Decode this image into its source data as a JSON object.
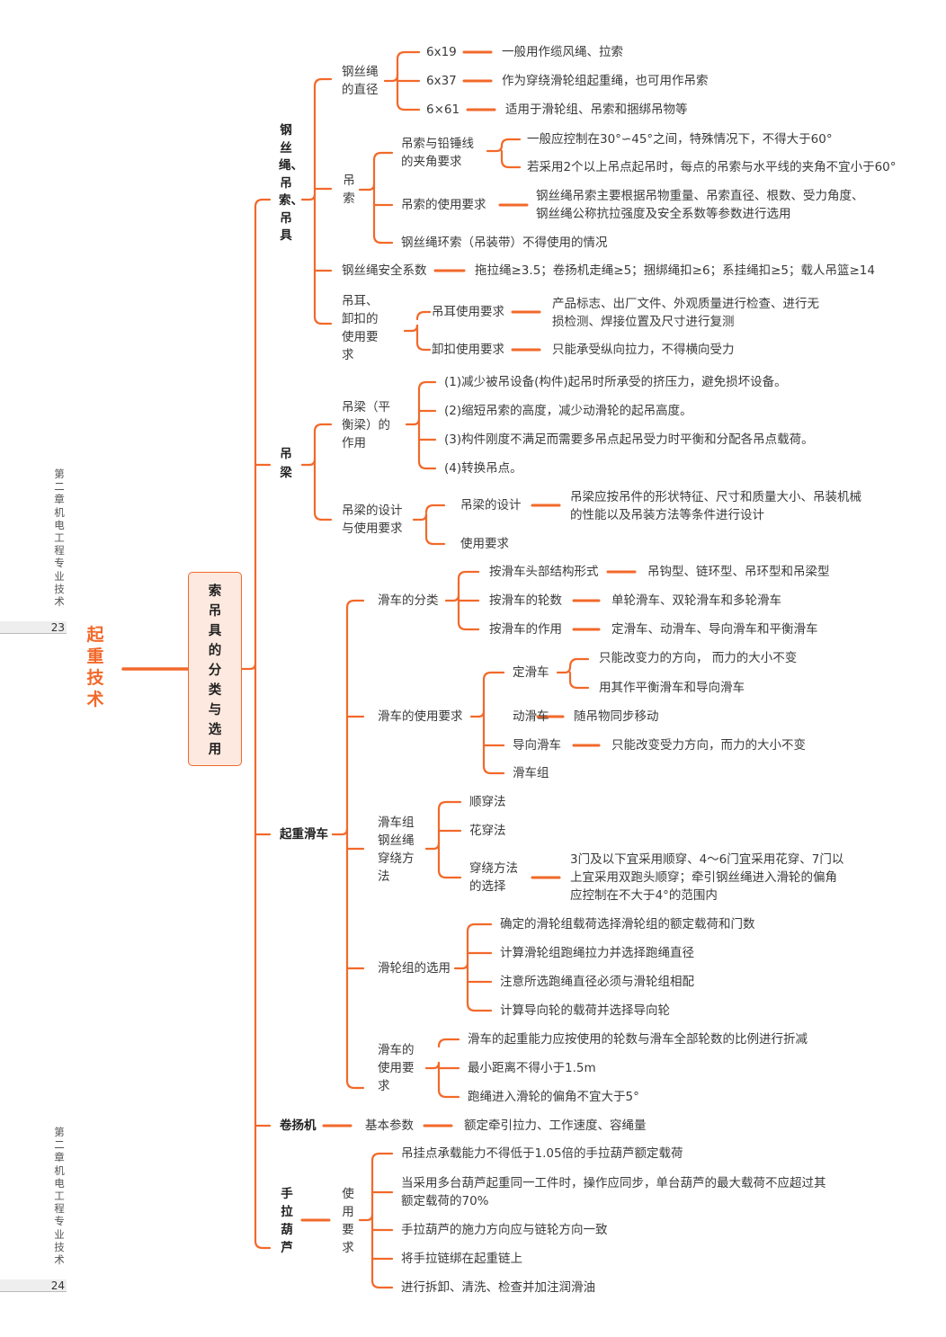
{
  "side_labels": [
    {
      "chapter": "第二章 机电工程专业技术",
      "page": "23"
    },
    {
      "chapter": "第二章 机电工程专业技术",
      "page": "24"
    }
  ],
  "colors": {
    "accent": "#f2692a",
    "center_fill": "#fde9df",
    "text": "#3a3a3a",
    "side_text": "#555555"
  },
  "root": "起重技术",
  "center": "索吊具的分类与选用",
  "branches": {
    "wire_rope": {
      "title": "钢丝绳、吊索、吊具",
      "diameter": {
        "label": "钢丝绳的直径",
        "items": [
          {
            "spec": "6x19",
            "desc": "一般用作缆风绳、拉索"
          },
          {
            "spec": "6x37",
            "desc": "作为穿绕滑轮组起重绳，也可用作吊索"
          },
          {
            "spec": "6×61",
            "desc": "适用于滑轮组、吊索和捆绑吊物等"
          }
        ]
      },
      "sling": {
        "label": "吊索",
        "angle": {
          "label": "吊索与铅锤线的夹角要求",
          "items": [
            "一般应控制在30°∽45°之间，特殊情况下，不得大于60°",
            "若采用2个以上吊点起吊时，每点的吊索与水平线的夹角不宜小于60°"
          ]
        },
        "usage": {
          "label": "吊索的使用要求",
          "desc": "钢丝绳吊索主要根据吊物重量、吊索直径、根数、受力角度、钢丝绳公称抗拉强度及安全系数等参数进行选用"
        },
        "loop": "钢丝绳环索（吊装带）不得使用的情况"
      },
      "safety": {
        "label": "钢丝绳安全系数",
        "desc": "拖拉绳≥3.5；卷扬机走绳≥5；捆绑绳扣≥6；系挂绳扣≥5；载人吊篮≥14"
      },
      "lug": {
        "label": "吊耳、卸扣的使用要求",
        "items": [
          {
            "label": "吊耳使用要求",
            "desc": "产品标志、出厂文件、外观质量进行检查、进行无损检测、焊接位置及尺寸进行复测"
          },
          {
            "label": "卸扣使用要求",
            "desc": "只能承受纵向拉力，不得横向受力"
          }
        ]
      }
    },
    "beam": {
      "title": "吊梁",
      "function": {
        "label": "吊梁（平衡梁）的作用",
        "items": [
          "(1)减少被吊设备(构件)起吊时所承受的挤压力，避免损坏设备。",
          "(2)缩短吊索的高度，减少动滑轮的起吊高度。",
          "(3)构件刚度不满足而需要多吊点起吊受力时平衡和分配各吊点载荷。",
          "(4)转换吊点。"
        ]
      },
      "design": {
        "label": "吊梁的设计与使用要求",
        "items": [
          {
            "label": "吊梁的设计",
            "desc": "吊梁应按吊件的形状特征、尺寸和质量大小、吊装机械的性能以及吊装方法等条件进行设计"
          },
          {
            "label": "使用要求",
            "desc": ""
          }
        ]
      }
    },
    "pulley": {
      "title": "起重滑车",
      "classify": {
        "label": "滑车的分类",
        "items": [
          {
            "label": "按滑车头部结构形式",
            "desc": "吊钩型、链环型、吊环型和吊梁型"
          },
          {
            "label": "按滑车的轮数",
            "desc": "单轮滑车、双轮滑车和多轮滑车"
          },
          {
            "label": "按滑车的作用",
            "desc": "定滑车、动滑车、导向滑车和平衡滑车"
          }
        ]
      },
      "usage": {
        "label": "滑车的使用要求",
        "fixed": {
          "label": "定滑车",
          "items": [
            "只能改变力的方向， 而力的大小不变",
            "用其作平衡滑车和导向滑车"
          ]
        },
        "moving": {
          "label": "动滑车",
          "desc": "随吊物同步移动"
        },
        "guide": {
          "label": "导向滑车",
          "desc": "只能改变受力方向，而力的大小不变"
        },
        "block": {
          "label": "滑车组"
        }
      },
      "reeving": {
        "label": "滑车组钢丝绳穿绕方法",
        "items": [
          "顺穿法",
          "花穿法"
        ],
        "choice": {
          "label": "穿绕方法的选择",
          "desc": "3门及以下宜采用顺穿、4～6门宜采用花穿、7门以上宜采用双跑头顺穿；牵引钢丝绳进入滑轮的偏角应控制在不大于4°的范围内"
        }
      },
      "select": {
        "label": "滑轮组的选用",
        "items": [
          "确定的滑轮组载荷选择滑轮组的额定载荷和门数",
          "计算滑轮组跑绳拉力并选择跑绳直径",
          "注意所选跑绳直径必须与滑轮组相配",
          "计算导向轮的载荷并选择导向轮"
        ]
      },
      "req": {
        "label": "滑车的使用要求",
        "items": [
          "滑车的起重能力应按使用的轮数与滑车全部轮数的比例进行折减",
          "最小距离不得小于1.5m",
          "跑绳进入滑轮的偏角不宜大于5°"
        ]
      }
    },
    "winch": {
      "title": "卷扬机",
      "label": "基本参数",
      "desc": "额定牵引拉力、工作速度、容绳量"
    },
    "hoist": {
      "title": "手拉葫芦",
      "label": "使用要求",
      "items": [
        "吊挂点承载能力不得低于1.05倍的手拉葫芦额定载荷",
        "当采用多台葫芦起重同一工件时，操作应同步，单台葫芦的最大载荷不应超过其额定载荷的70%",
        "手拉葫芦的施力方向应与链轮方向一致",
        "将手拉链绑在起重链上",
        "进行拆卸、清洗、检查并加注润滑油"
      ]
    }
  }
}
